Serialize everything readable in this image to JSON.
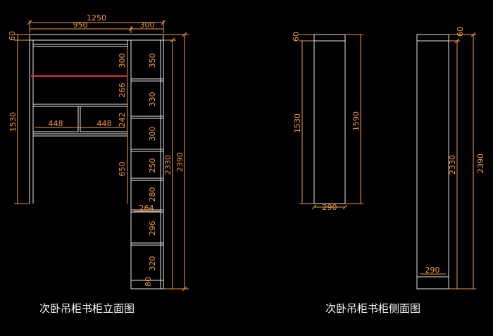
{
  "colors": {
    "background": "#000000",
    "linework": "#e6e6e6",
    "dimensions": "#f09a3e",
    "highlight": "#e23030",
    "caption": "#ffffff"
  },
  "front_view": {
    "caption": "次卧吊柜书柜立面图",
    "dims": {
      "overall_width": "1250",
      "left_width": "950",
      "right_width": "300",
      "top_panel": "60",
      "left_height": "1530",
      "top_shelf": "300",
      "middle_shelf": "266",
      "drawer_height": "242",
      "lower_open": "650",
      "drawer_left": "448",
      "drawer_right": "448",
      "tower_inner_height": "2330",
      "tower_overall_height": "2390",
      "depth_label": "264",
      "tower_shelves": [
        "350",
        "330",
        "300",
        "250",
        "280",
        "296",
        "320",
        "80"
      ]
    }
  },
  "side_view": {
    "caption": "次卧吊柜书柜侧面图",
    "dims": {
      "upper_top": "60",
      "upper_inner": "1530",
      "upper_overall": "1590",
      "upper_depth": "290",
      "tall_top": "60",
      "tall_inner": "2330",
      "tall_overall": "2390",
      "tall_depth": "290"
    }
  }
}
